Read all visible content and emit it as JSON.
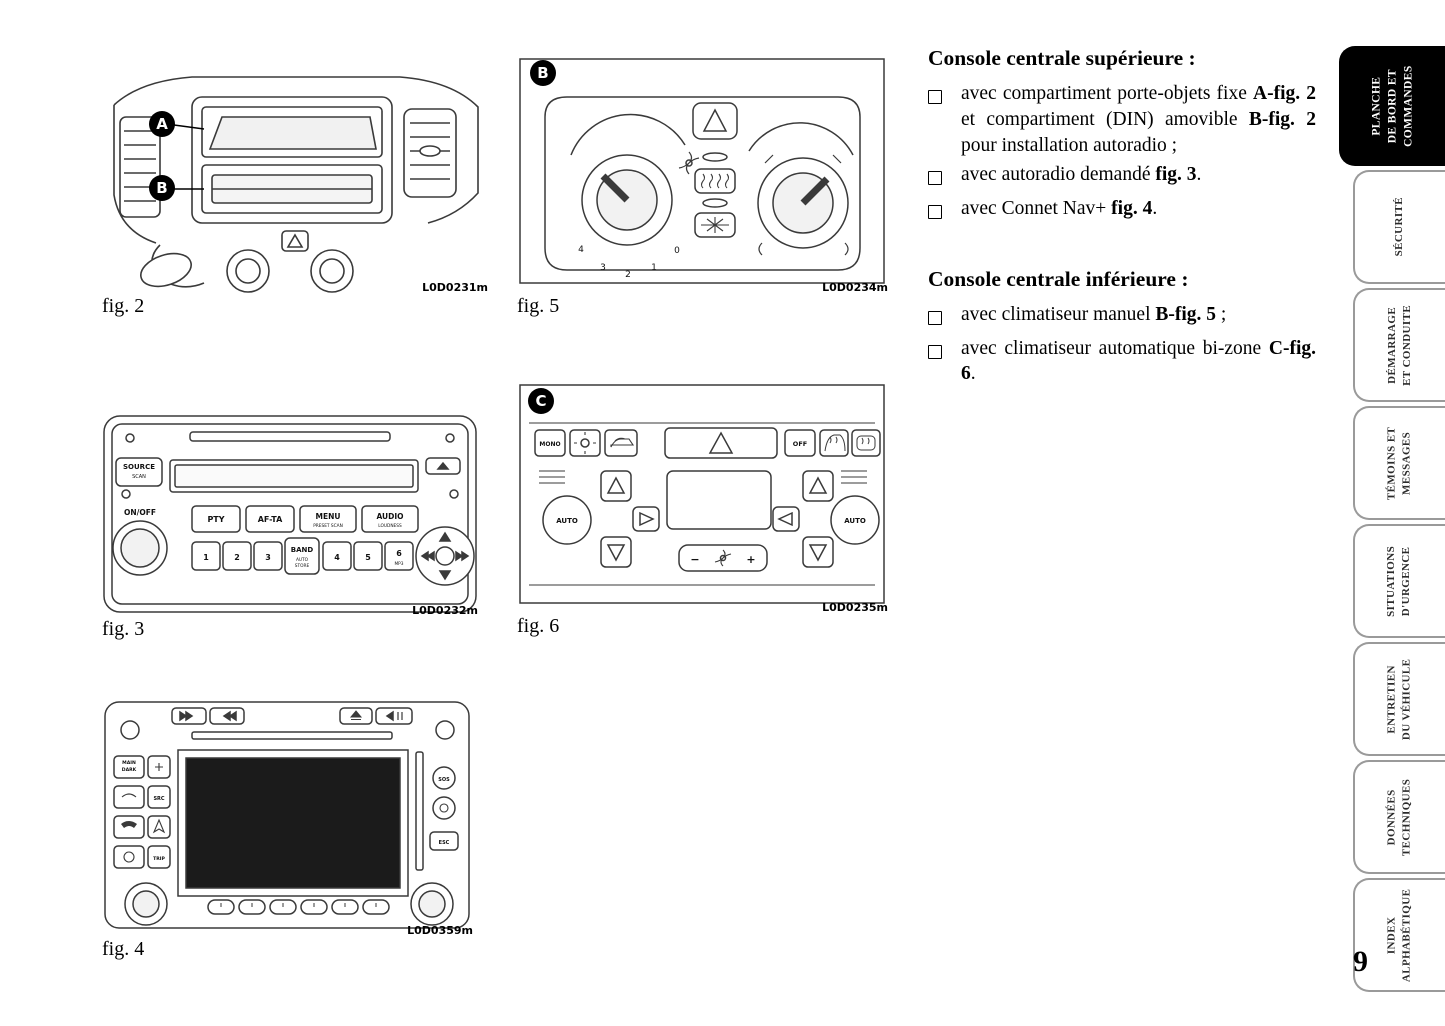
{
  "page": {
    "number": "9"
  },
  "text_column": {
    "section1": {
      "heading": "Console centrale supérieure :",
      "items": [
        [
          "avec compartiment porte-objets fixe ",
          "A-fig. 2",
          " et compartiment (DIN) amovible ",
          "B-fig. 2",
          " pour installation autoradio ;"
        ],
        [
          "avec autoradio demandé ",
          "fig. 3",
          "."
        ],
        [
          "avec Connet Nav+ ",
          "fig. 4",
          "."
        ]
      ]
    },
    "section2": {
      "heading": "Console centrale inférieure :",
      "items": [
        [
          "avec climatiseur manuel ",
          "B-fig. 5",
          " ;"
        ],
        [
          "avec climatiseur automatique bi-zone ",
          "C-fig. 6",
          "."
        ]
      ]
    }
  },
  "figures": {
    "fig2": {
      "caption": "fig. 2",
      "code": "L0D0231m",
      "calloutA": "A",
      "calloutB": "B"
    },
    "fig5": {
      "caption": "fig. 5",
      "code": "L0D0234m",
      "callout": "B",
      "knob_numbers": [
        "4",
        "3",
        "2",
        "1",
        "0"
      ]
    },
    "fig3": {
      "caption": "fig. 3",
      "code": "L0D0232m",
      "labels": {
        "source": "SOURCE",
        "scan": "SCAN",
        "onoff": "ON/OFF",
        "pty": "PTY",
        "afta": "AF-TA",
        "menu": "MENU",
        "menu_sub": "PRESET SCAN",
        "audio": "AUDIO",
        "audio_sub": "LOUDNESS",
        "band": "BAND",
        "band_sub1": "AUTO",
        "band_sub2": "STORE",
        "n1": "1",
        "n2": "2",
        "n3": "3",
        "n4": "4",
        "n5": "5",
        "n6": "6",
        "n6_sub": "MP3"
      }
    },
    "fig6": {
      "caption": "fig. 6",
      "code": "L0D0235m",
      "callout": "C",
      "labels": {
        "mono": "MONO",
        "off": "OFF",
        "auto_left": "AUTO",
        "auto_right": "AUTO",
        "minus": "−",
        "plus": "+"
      }
    },
    "fig4": {
      "caption": "fig. 4",
      "code": "L0D0359m",
      "labels": {
        "main": "MAIN",
        "dark": "DARK",
        "src": "SRC",
        "trip": "TRIP",
        "sos": "SOS",
        "esc": "ESC"
      }
    }
  },
  "sidebar": {
    "tabs": [
      {
        "lines": [
          "PLANCHE",
          "DE BORD ET",
          "COMMANDES"
        ],
        "active": true
      },
      {
        "lines": [
          "SÉCURITÉ"
        ],
        "active": false
      },
      {
        "lines": [
          "DÉMARRAGE",
          "ET CONDUITE"
        ],
        "active": false
      },
      {
        "lines": [
          "TÉMOINS ET",
          "MESSAGES"
        ],
        "active": false
      },
      {
        "lines": [
          "SITUATIONS",
          "D'URGENCE"
        ],
        "active": false
      },
      {
        "lines": [
          "ENTRETIEN",
          "DU VÉHICULE"
        ],
        "active": false
      },
      {
        "lines": [
          "DONNÉES",
          "TECHNIQUES"
        ],
        "active": false
      },
      {
        "lines": [
          "INDEX",
          "ALPHABÉTIQUE"
        ],
        "active": false
      }
    ]
  }
}
